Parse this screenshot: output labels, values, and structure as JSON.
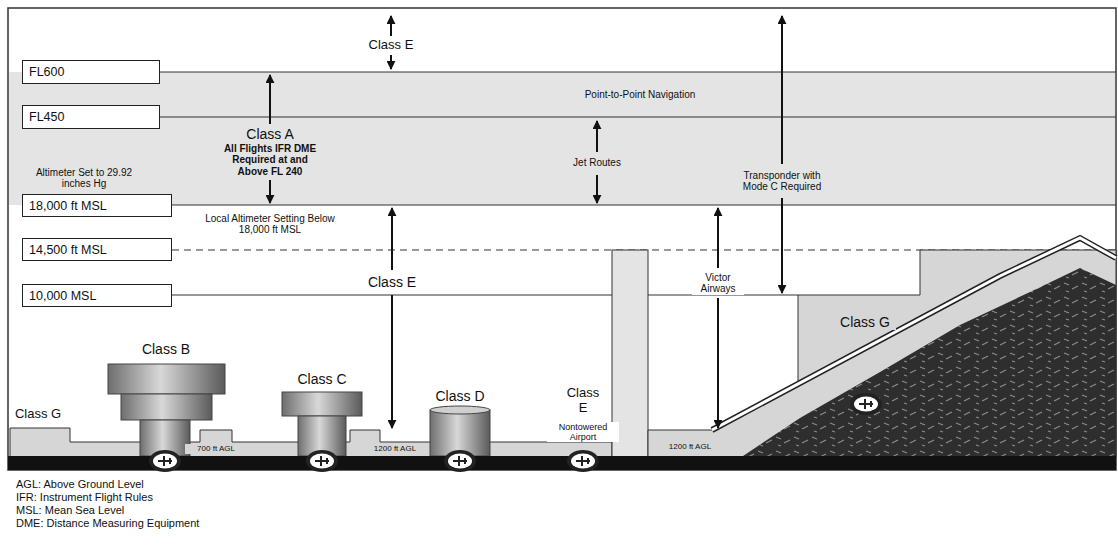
{
  "diagram": {
    "nodes": [
      {
        "text": [
          "FL600"
        ]
      },
      {
        "text": [
          "FL450"
        ]
      },
      {
        "text": [
          "18,000 ft MSL"
        ]
      },
      {
        "text": [
          "14,500 ft MSL"
        ]
      },
      {
        "text": [
          "10,000 MSL"
        ]
      }
    ],
    "labels": [
      "Class E",
      "Altimeter Set to 29.92 inches Hg",
      "Point-to-Point Navigation",
      "Class A",
      "All Flights IFR DME Required at and Above FL 240",
      "Jet Routes",
      "Transponder with Mode C Required",
      "Local Altimeter Setting Below 18,000 ft MSL",
      "Class E",
      "Victor Airways",
      "Class G",
      "Class B",
      "Class C",
      "Class D",
      "Class E",
      "Nontowered Airport",
      "Class G",
      "700 ft AGL",
      "1200 ft AGL",
      "1200 ft AGL",
      "AGL: Above Ground Level",
      "IFR: Instrument Flight Rules",
      "MSL: Mean Sea Level",
      "DME: Distance Measuring Equipment"
    ]
  }
}
